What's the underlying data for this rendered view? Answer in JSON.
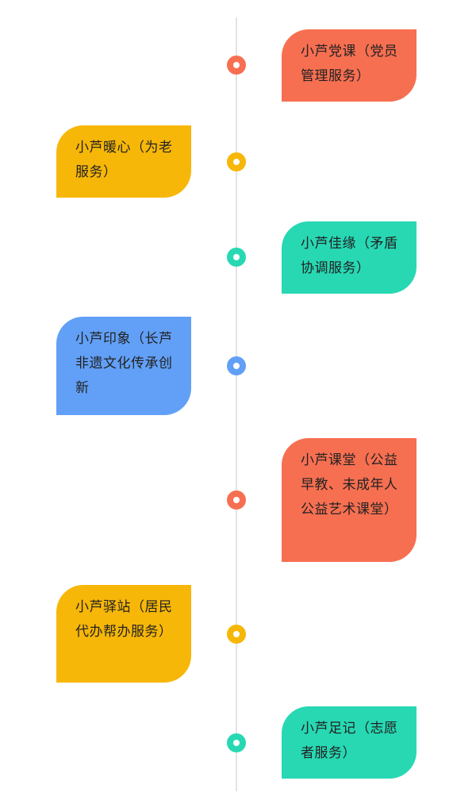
{
  "colors": {
    "orange": "#f76f51",
    "yellow": "#f7b708",
    "teal": "#27d8b3",
    "blue": "#62a0f7",
    "axis": "#e3e3e3"
  },
  "items": [
    {
      "label": "小芦党课（党员管理服务）",
      "side": "right",
      "color": "#f76f51"
    },
    {
      "label": "小芦暖心（为老服务）",
      "side": "left",
      "color": "#f7b708"
    },
    {
      "label": "小芦佳缘（矛盾协调服务）",
      "side": "right",
      "color": "#27d8b3"
    },
    {
      "label": "小芦印象（长芦非遗文化传承创新",
      "side": "left",
      "color": "#62a0f7"
    },
    {
      "label": "小芦课堂（公益早教、未成年人公益艺术课堂）",
      "side": "right",
      "color": "#f76f51"
    },
    {
      "label": "小芦驿站（居民代办帮办服务）",
      "side": "left",
      "color": "#f7b708"
    },
    {
      "label": "小芦足记（志愿者服务）",
      "side": "right",
      "color": "#27d8b3"
    }
  ]
}
